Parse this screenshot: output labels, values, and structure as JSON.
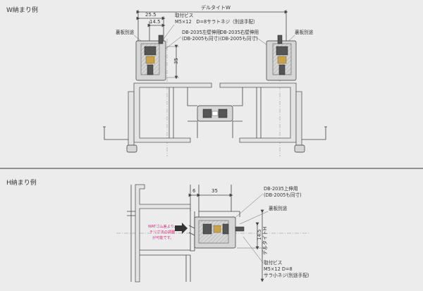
{
  "sections": {
    "w_title": "W納まり例",
    "h_title": "H納まり例"
  },
  "w_detail": {
    "dim_25_5": "25.5",
    "dim_14_5": "14.5",
    "dim_35": "35",
    "delta_w": "デルタイトW",
    "screw_line1": "取付ビス",
    "screw_line2": "M5×12　D=8サラトネジ（別途手配）",
    "left_part_line1": "DB-2035左壁伸用",
    "left_part_line2": "(DB-2005も同寸)",
    "right_part_line1": "DB-2035右壁伸用",
    "right_part_line2": "(DB-2005も同寸)",
    "backing_left": "裏板別途",
    "backing_right": "裏板別途"
  },
  "h_detail": {
    "dim_6": "6",
    "dim_35": "35",
    "dim_14_5": "14.5",
    "delta_h": "デルタイトH",
    "top_part_line1": "DB-2035上伸用",
    "top_part_line2": "(DB-2005も同寸)",
    "backing": "裏板別途",
    "note_line1": "WATゴム差より、",
    "note_line2": "チリ寸法の調整",
    "note_line3": "が可能です。",
    "screw_line1": "取付ビス",
    "screw_line2": "M5×12 D=8",
    "screw_line3": "サラ小ネジ(別途手配)"
  },
  "colors": {
    "background": "#ececec",
    "line": "#444444",
    "note": "#e0257c",
    "accent_gold": "#c9a24a"
  }
}
